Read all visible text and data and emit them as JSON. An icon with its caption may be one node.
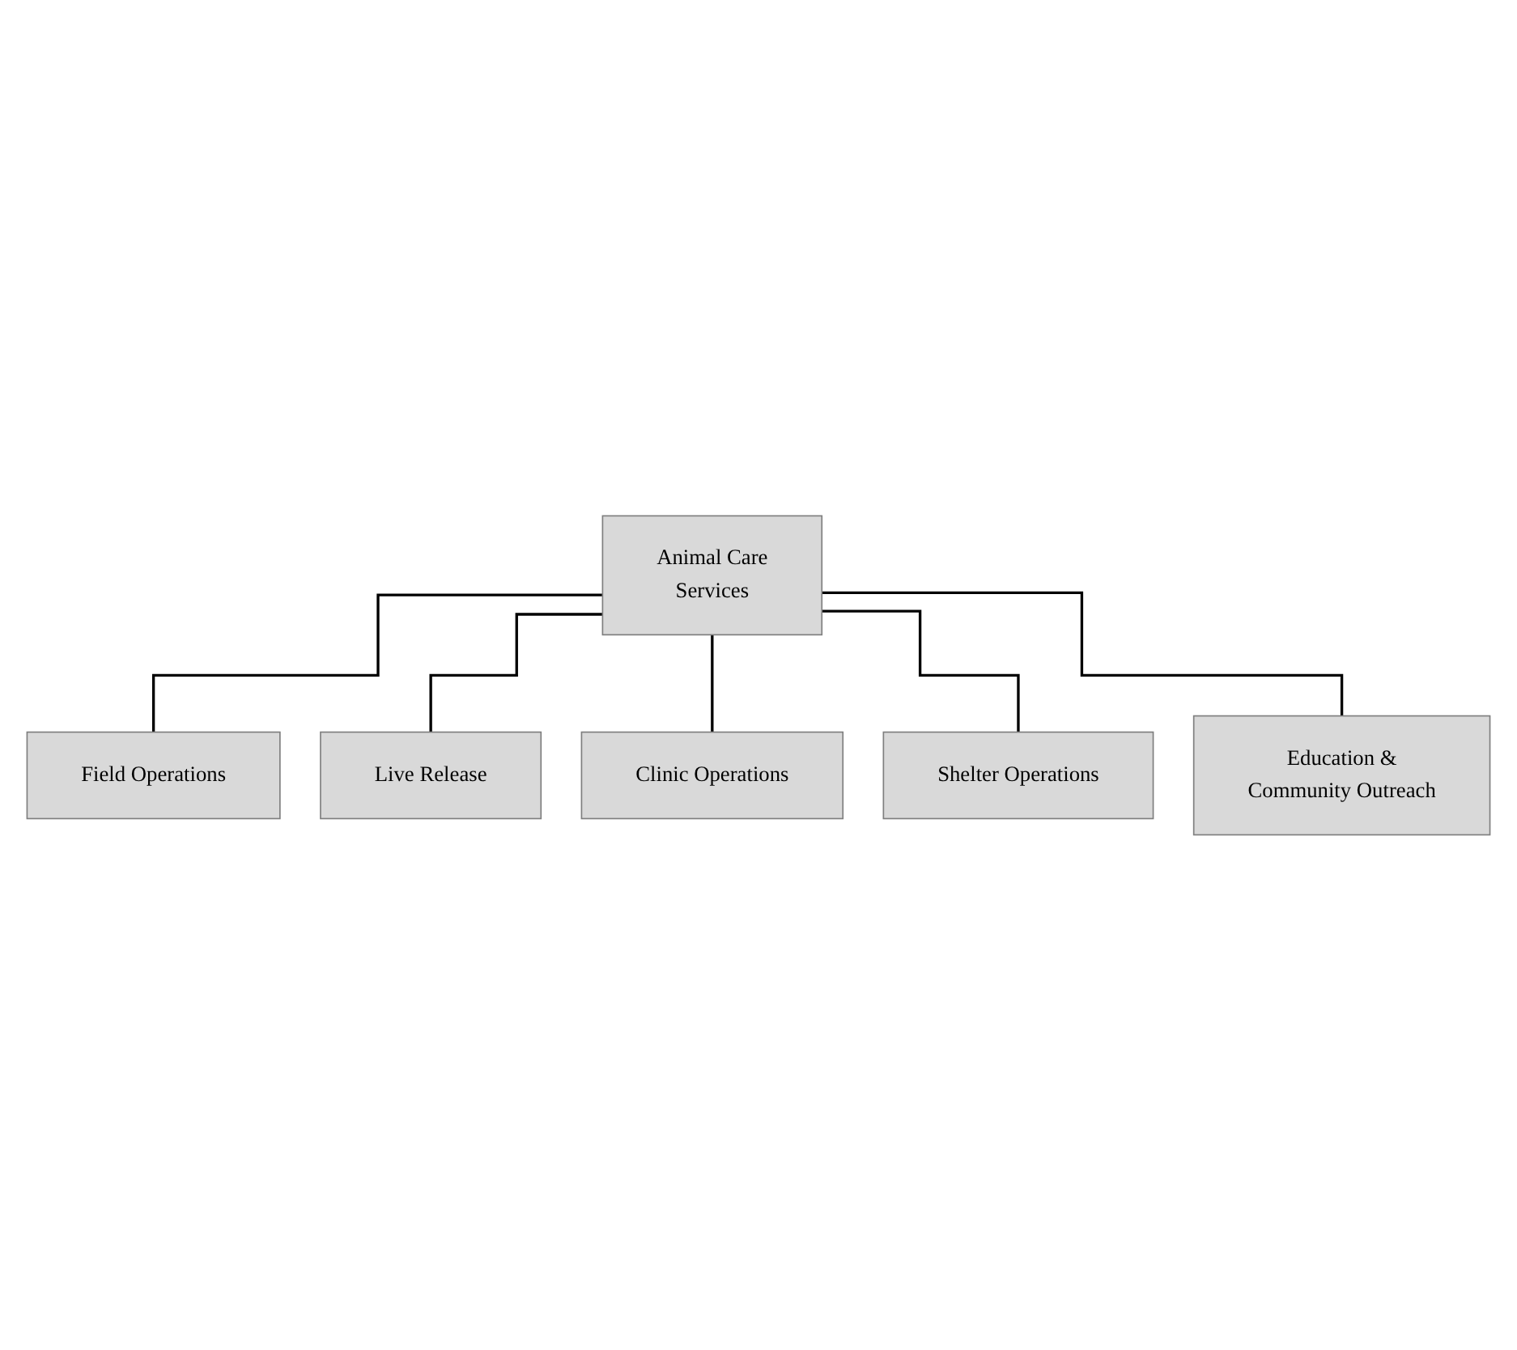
{
  "diagram": {
    "nodes": [
      {
        "text": [
          "Animal Care Services"
        ]
      },
      {
        "text": [
          "Field Operations"
        ]
      },
      {
        "text": [
          "Live Release"
        ]
      },
      {
        "text": [
          "Clinic Operations"
        ]
      },
      {
        "text": [
          "Shelter Operations"
        ]
      },
      {
        "text": [
          "Education & Community Outreach"
        ]
      }
    ],
    "edges": [
      {
        "from": 0,
        "to": 1,
        "arrow": "none"
      },
      {
        "from": 0,
        "to": 2,
        "arrow": "none"
      },
      {
        "from": 0,
        "to": 3,
        "arrow": "none"
      },
      {
        "from": 0,
        "to": 4,
        "arrow": "none"
      },
      {
        "from": 0,
        "to": 5,
        "arrow": "none"
      }
    ]
  }
}
